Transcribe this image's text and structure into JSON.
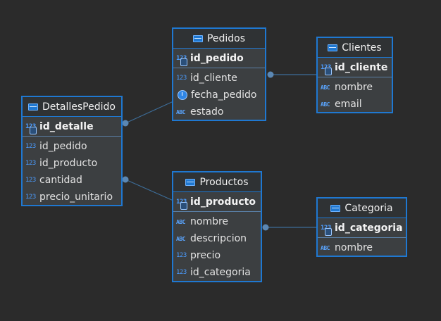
{
  "entities": {
    "pedidos": {
      "title": "Pedidos",
      "pk": {
        "type": "123",
        "name": "id_pedido"
      },
      "fields": [
        {
          "type": "123",
          "name": "id_cliente"
        },
        {
          "type": "clock",
          "name": "fecha_pedido"
        },
        {
          "type": "ABC",
          "name": "estado"
        }
      ]
    },
    "clientes": {
      "title": "Clientes",
      "pk": {
        "type": "123",
        "name": "id_cliente"
      },
      "fields": [
        {
          "type": "ABC",
          "name": "nombre"
        },
        {
          "type": "ABC",
          "name": "email"
        }
      ]
    },
    "detallespedido": {
      "title": "DetallesPedido",
      "pk": {
        "type": "123",
        "name": "id_detalle"
      },
      "fields": [
        {
          "type": "123",
          "name": "id_pedido"
        },
        {
          "type": "123",
          "name": "id_producto"
        },
        {
          "type": "123",
          "name": "cantidad"
        },
        {
          "type": "123",
          "name": "precio_unitario"
        }
      ]
    },
    "productos": {
      "title": "Productos",
      "pk": {
        "type": "123",
        "name": "id_producto"
      },
      "fields": [
        {
          "type": "ABC",
          "name": "nombre"
        },
        {
          "type": "ABC",
          "name": "descripcion"
        },
        {
          "type": "123",
          "name": "precio"
        },
        {
          "type": "123",
          "name": "id_categoria"
        }
      ]
    },
    "categoria": {
      "title": "Categoria",
      "pk": {
        "type": "123",
        "name": "id_categoria"
      },
      "fields": [
        {
          "type": "ABC",
          "name": "nombre"
        }
      ]
    }
  },
  "colors": {
    "background": "#2b2b2b",
    "border": "#1f78d1",
    "link": "#3d6d99"
  }
}
